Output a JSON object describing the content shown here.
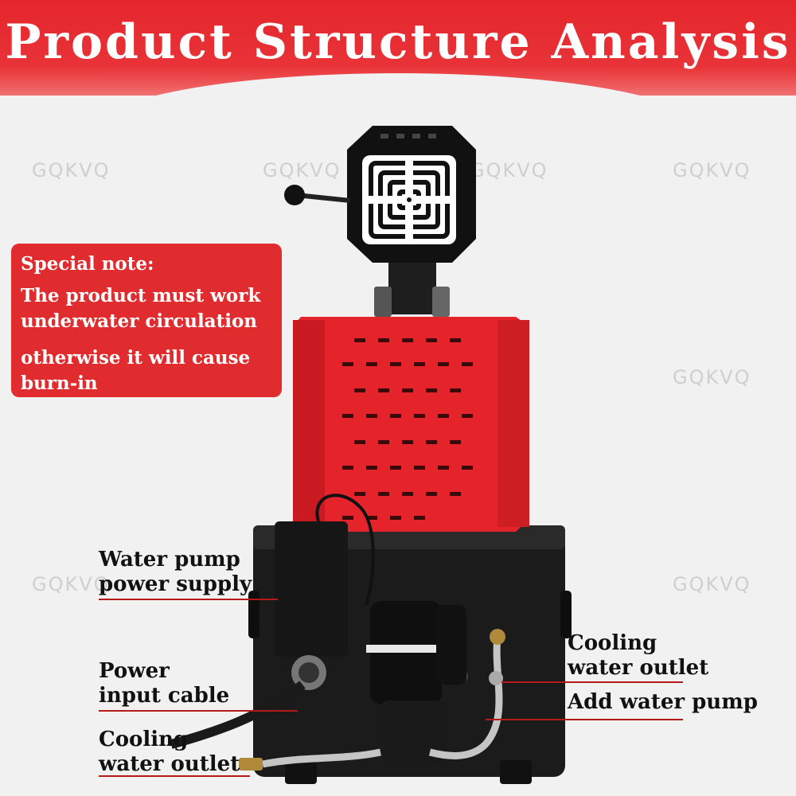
{
  "title": "Product Structure Analysis",
  "watermark": "GQKVQ",
  "note": {
    "heading": "Special note:",
    "line1": "The product must work",
    "line2": "underwater circulation",
    "line3": "otherwise it will cause",
    "line4": "burn-in"
  },
  "callouts": {
    "pump_power_1": "Water pump",
    "pump_power_2": "power supply",
    "power_input_1": "Power",
    "power_input_2": "input cable",
    "cooling_left_1": "Cooling",
    "cooling_left_2": "water outlet",
    "cooling_right_1": "Cooling",
    "cooling_right_2": "water outlet",
    "add_pump": "Add water pump"
  },
  "colors": {
    "banner_red": "#e4262c",
    "housing_red": "#e5232a",
    "base_black": "#1b1b1b"
  }
}
